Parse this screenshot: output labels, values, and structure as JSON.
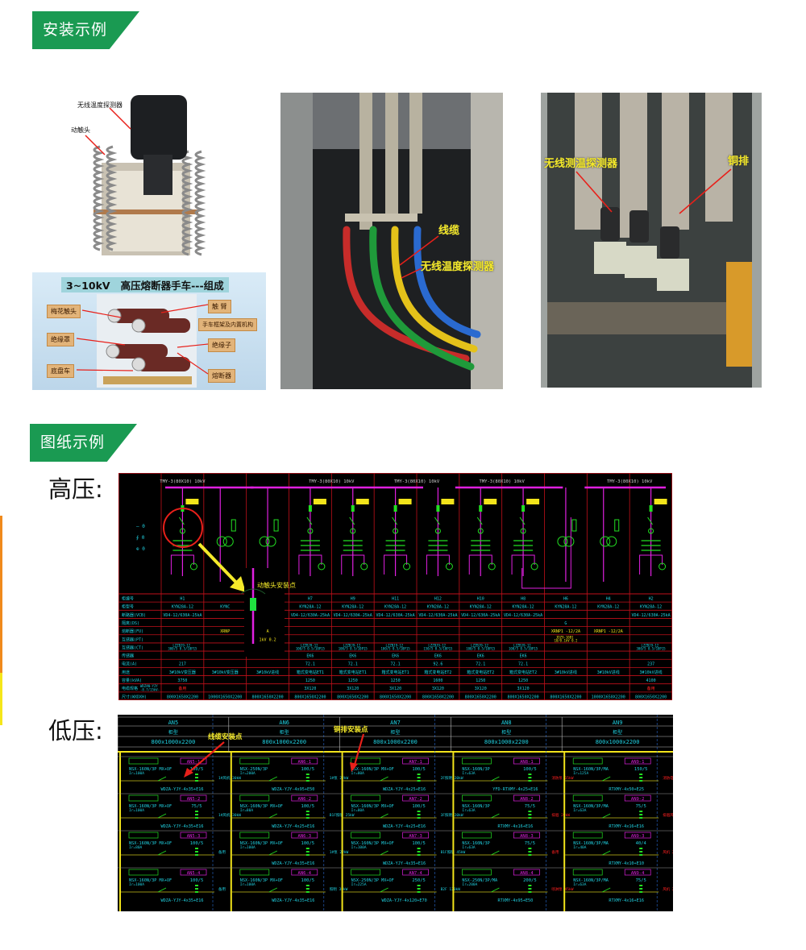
{
  "sections": {
    "install": {
      "title": "安装示例"
    },
    "drawings": {
      "title": "图纸示例",
      "hv_label": "高压:",
      "lv_label": "低压:"
    }
  },
  "photos": {
    "contact": {
      "probe_label": "无线温度探测器",
      "contact_label": "动触头"
    },
    "fuse_cart": {
      "title": "3~10kV   高压熔断器手车---组成",
      "tags": [
        "梅花触头",
        "绝缘罩",
        "底盘车",
        "触 臂",
        "手车框架及内置机构",
        "绝缘子",
        "熔断器"
      ]
    },
    "cable": {
      "cable_label": "线缆",
      "probe_label": "无线温度探测器"
    },
    "busbar": {
      "probe_label": "无线测温探测器",
      "busbar_label": "铜排"
    }
  },
  "colors": {
    "badge": "#1a9a52",
    "cad_bg": "#000000",
    "cad_border": "#c0101a",
    "bus": "#e020e0",
    "symbol": "#22e022",
    "text_cyan": "#20d0e0",
    "annotation": "#f5ea2a",
    "arrow": "#e8201a"
  },
  "hv": {
    "bus_labels": [
      "TMY-3(80X10) 10kV",
      "TMY-3(80X10) 10kV",
      "TMY-3(80X10) 10kV",
      "TMY-3(80X10) 10kV",
      "TMY-3(80X10) 10kV"
    ],
    "legend": [
      "— 0",
      "∮ 0",
      "⊕ 0"
    ],
    "callout": "动触头安装点",
    "row_labels": [
      "柜编号",
      "柜型号",
      "断路器(VCB)",
      "隔离(DS)",
      "熔断器(FU)",
      "互感器(PT)",
      "互感器(CT)",
      "传感器",
      "电流(A)",
      "用途",
      "容量(kVA)",
      "电缆规格",
      "尺寸(WXDXH)"
    ],
    "cable_note": "WDZAN-YJY -8.7/15kV-",
    "columns": [
      [
        "H1",
        "KYN28A-12",
        "VD4-12/630A-25kA",
        "",
        "",
        "",
        "LZZBJ9-12 300/5 0.5/10P15",
        "",
        "217",
        "3#10kV变压器",
        "3750",
        "备用",
        "800X1650X2200"
      ],
      [
        "",
        "KYNC",
        "",
        "",
        "XRNP",
        "",
        "",
        "",
        "",
        "3#10kV变压器",
        "",
        "",
        "1000X1650X2200"
      ],
      [
        "",
        "",
        "",
        "",
        "A",
        "1kV 0.2",
        "",
        "",
        "",
        "3#10kV进线",
        "",
        "",
        "800X1650X2200"
      ],
      [
        "H7",
        "KYN28A-12",
        "VD4-12/630A-25kA",
        "",
        "",
        "",
        "LZZBJ9-12 100/5 0.5/10P15",
        "EK6",
        "72.1",
        "箱式变电站ET1",
        "1250",
        "3X120",
        "800X1650X2200"
      ],
      [
        "H9",
        "KYN28A-12",
        "VD4-12/630A-25kA",
        "",
        "",
        "",
        "LZZBJ9-12 100/5 0.5/10P15",
        "EK6",
        "72.1",
        "箱式变电站ET1",
        "1250",
        "3X120",
        "800X1650X2200"
      ],
      [
        "H11",
        "KYN28A-12",
        "VD4-12/630A-25kA",
        "",
        "",
        "",
        "LZZBJ9-12 100/5 0.5/10P15",
        "EK6",
        "72.1",
        "箱式变电站ET1",
        "1250",
        "3X120",
        "800X1650X2200"
      ],
      [
        "H12",
        "KYN28A-12",
        "VD4-12/630A-25kA",
        "",
        "",
        "",
        "LZZBJ9-12 150/5 0.5/10P15",
        "EK6",
        "92.6",
        "箱式变电站ET2",
        "1600",
        "3X120",
        "800X1650X2200"
      ],
      [
        "H10",
        "KYN28A-12",
        "VD4-12/630A-25kA",
        "",
        "",
        "",
        "LZZBJ9-12 100/5 0.5/10P15",
        "EK6",
        "72.1",
        "箱式变电站ET2",
        "1250",
        "3X120",
        "800X1650X2200"
      ],
      [
        "H8",
        "KYN28A-12",
        "VD4-12/630A-25kA",
        "",
        "",
        "",
        "LZZBJ9-12 100/5 0.5/10P15",
        "EK6",
        "72.1",
        "箱式变电站ET2",
        "1250",
        "3X120",
        "800X1650X2200"
      ],
      [
        "H6",
        "KYN28A-12",
        "",
        "G",
        "XRNP1 -12/2A",
        "JDZ9-10B1 10/0.1kV 0.2",
        "",
        "",
        "",
        "3#10kV进线",
        "",
        "",
        "800X1650X2200"
      ],
      [
        "H4",
        "KYN28A-12",
        "",
        "",
        "XRNP1 -12/2A",
        "",
        "",
        "",
        "",
        "3#10kV进线",
        "",
        "",
        "1000X1650X2200"
      ],
      [
        "H2",
        "KYN28A-12",
        "VD4-12/630A-25kA",
        "",
        "",
        "",
        "LZZBJ9-12 300/5 0.5/10P15",
        "",
        "237",
        "3#10kV进线",
        "4100",
        "备用",
        "800X1650X2200"
      ]
    ]
  },
  "lv": {
    "cable_callout": "线缆安装点",
    "busbar_callout": "铜排安装点",
    "panels": [
      {
        "name": "AN5",
        "type": "柜型",
        "size": "800x1000x2200",
        "circuits": [
          {
            "id": "AN5-1",
            "breaker": "NSX-160N/3P MX+OF",
            "ir": "Ir=100A",
            "ct": "100/5",
            "cable": "WDZA-YJY-4x35+E16",
            "load": "1#风机 30kW"
          },
          {
            "id": "AN5-2",
            "breaker": "NSX-160N/3P MX+OF",
            "ir": "Ir=100A",
            "ct": "75/5",
            "cable": "WDZA-YJY-4x35+E16",
            "load": "1#风机 30kW"
          },
          {
            "id": "AN5-3",
            "breaker": "NSX-160N/3P MX+OF",
            "ir": "Ir=80A",
            "ct": "100/5",
            "cable": "",
            "load": "备用"
          },
          {
            "id": "AN5-4",
            "breaker": "NSX-160N/3P MX+OF",
            "ir": "Ir=100A",
            "ct": "100/5",
            "cable": "WDZA-YJY-4x35+E16",
            "load": "备用"
          }
        ]
      },
      {
        "name": "AN6",
        "type": "柜型",
        "size": "800x1000x2200",
        "circuits": [
          {
            "id": "AN6-1",
            "breaker": "NSX-250N/3P",
            "ir": "Ir=200A",
            "ct": "100/5",
            "cable": "WDZA-YJY-4x95+E50",
            "load": "1#泵 22kW"
          },
          {
            "id": "AN6-2",
            "breaker": "NSX-160N/3P MX+OF",
            "ir": "Ir=80A",
            "ct": "100/5",
            "cable": "WDZA-YJY-4x25+E16",
            "load": "B1F照明 25kW"
          },
          {
            "id": "AN6-3",
            "breaker": "NSX-160N/3P MX+OF",
            "ir": "Ir=100A",
            "ct": "100/5",
            "cable": "WDZA-YJY-4x35+E16",
            "load": "1#泵 22kW"
          },
          {
            "id": "AN6-4",
            "breaker": "NSX-160N/3P MX+OF",
            "ir": "Ir=100A",
            "ct": "100/5",
            "cable": "WDZA-YJY-4x35+E16",
            "load": "照明 30kW"
          }
        ]
      },
      {
        "name": "AN7",
        "type": "柜型",
        "size": "800x1000x2200",
        "circuits": [
          {
            "id": "AN7-1",
            "breaker": "NSX-160N/3P MX+OF",
            "ir": "Ir=80A",
            "ct": "100/5",
            "cable": "WDZA-YJY-4x25+E16",
            "load": "2F照明 20kW"
          },
          {
            "id": "AN7-2",
            "breaker": "NSX-160N/3P MX+OF",
            "ir": "Ir=80A",
            "ct": "100/5",
            "cable": "WDZA-YJY-4x25+E16",
            "load": "3F照明 20kW"
          },
          {
            "id": "AN7-3",
            "breaker": "NSX-160N/3P MX+OF",
            "ir": "Ir=100A",
            "ct": "100/5",
            "cable": "WDZA-YJY-4x35+E16",
            "load": "B1F照明 45kW"
          },
          {
            "id": "AN7-4",
            "breaker": "NSX-250N/3P MX+OF",
            "ir": "Ir=225A",
            "ct": "250/5",
            "cable": "WDZA-YJY-4x120+E70",
            "load": "B2F 120kW"
          }
        ]
      },
      {
        "name": "AN8",
        "type": "柜型",
        "size": "800x1000x2200",
        "circuits": [
          {
            "id": "AN8-1",
            "breaker": "NSX-160N/3P",
            "ir": "Ir=63A",
            "ct": "100/5",
            "cable": "YFD-RTXMY-4x25+E16",
            "load": "消防泵 15kW"
          },
          {
            "id": "AN8-2",
            "breaker": "NSX-160N/3P",
            "ir": "Ir=63A",
            "ct": "75/5",
            "cable": "RTXMY-4x16+E16",
            "load": "排烟 20kW"
          },
          {
            "id": "AN8-3",
            "breaker": "NSX-160N/3P",
            "ir": "Ir=63A",
            "ct": "75/5",
            "cable": "",
            "load": "备用"
          },
          {
            "id": "AN8-4",
            "breaker": "NSX-250N/3P/MA",
            "ir": "Ir=200A",
            "ct": "200/5",
            "cable": "RTXMY-4x95+E50",
            "load": "喷淋泵 45kW"
          }
        ]
      },
      {
        "name": "AN9",
        "type": "柜型",
        "size": "800x1000x2200",
        "circuits": [
          {
            "id": "AN9-1",
            "breaker": "NSX-160N/3P/MA",
            "ir": "Ir=125A",
            "ct": "150/5",
            "cable": "RTXMY-4x50+E25",
            "load": "消防电梯 30kW"
          },
          {
            "id": "AN9-2",
            "breaker": "NSX-160N/3P/MA",
            "ir": "Ir=63A",
            "ct": "75/5",
            "cable": "RTXMY-4x16+E16",
            "load": "排烟风机 20kW"
          },
          {
            "id": "AN9-3",
            "breaker": "NSX-160N/3P/MA",
            "ir": "Ir=40A",
            "ct": "40/4",
            "cable": "RTXMY-4x10+E10",
            "load": "风机 20kW"
          },
          {
            "id": "AN9-4",
            "breaker": "NSX-160N/3P/MA",
            "ir": "Ir=63A",
            "ct": "75/5",
            "cable": "RTXMY-4x16+E16",
            "load": "风机 25kW"
          }
        ]
      }
    ]
  }
}
